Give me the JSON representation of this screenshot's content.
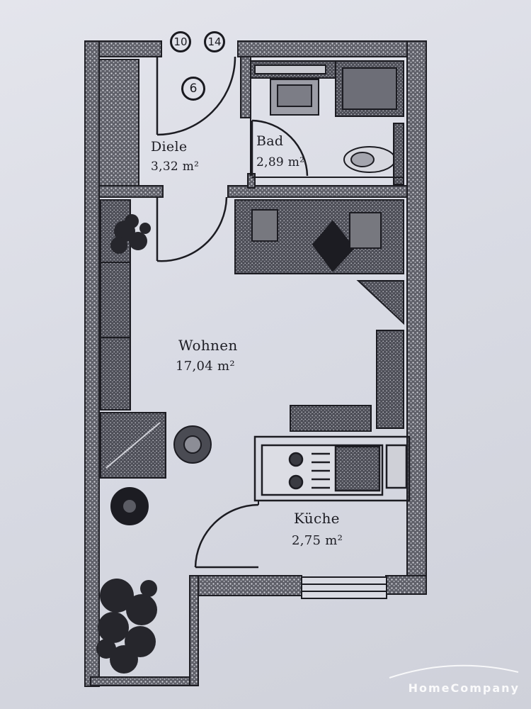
{
  "rooms": {
    "diele": {
      "name": "Diele",
      "area": "3,32 m²"
    },
    "bad": {
      "name": "Bad",
      "area": "2,89 m²"
    },
    "wohnen": {
      "name": "Wohnen",
      "area": "17,04 m²"
    },
    "kueche": {
      "name": "Küche",
      "area": "2,75 m²"
    }
  },
  "markers": {
    "top_left": "10",
    "top_right": "14",
    "door": "6"
  },
  "watermark": {
    "text": "HomeCompany"
  },
  "colors": {
    "wall": "#2a2a30",
    "wall_fill": "#6a6b74",
    "line": "#1c1c22",
    "paper": "#e2e3ea"
  }
}
